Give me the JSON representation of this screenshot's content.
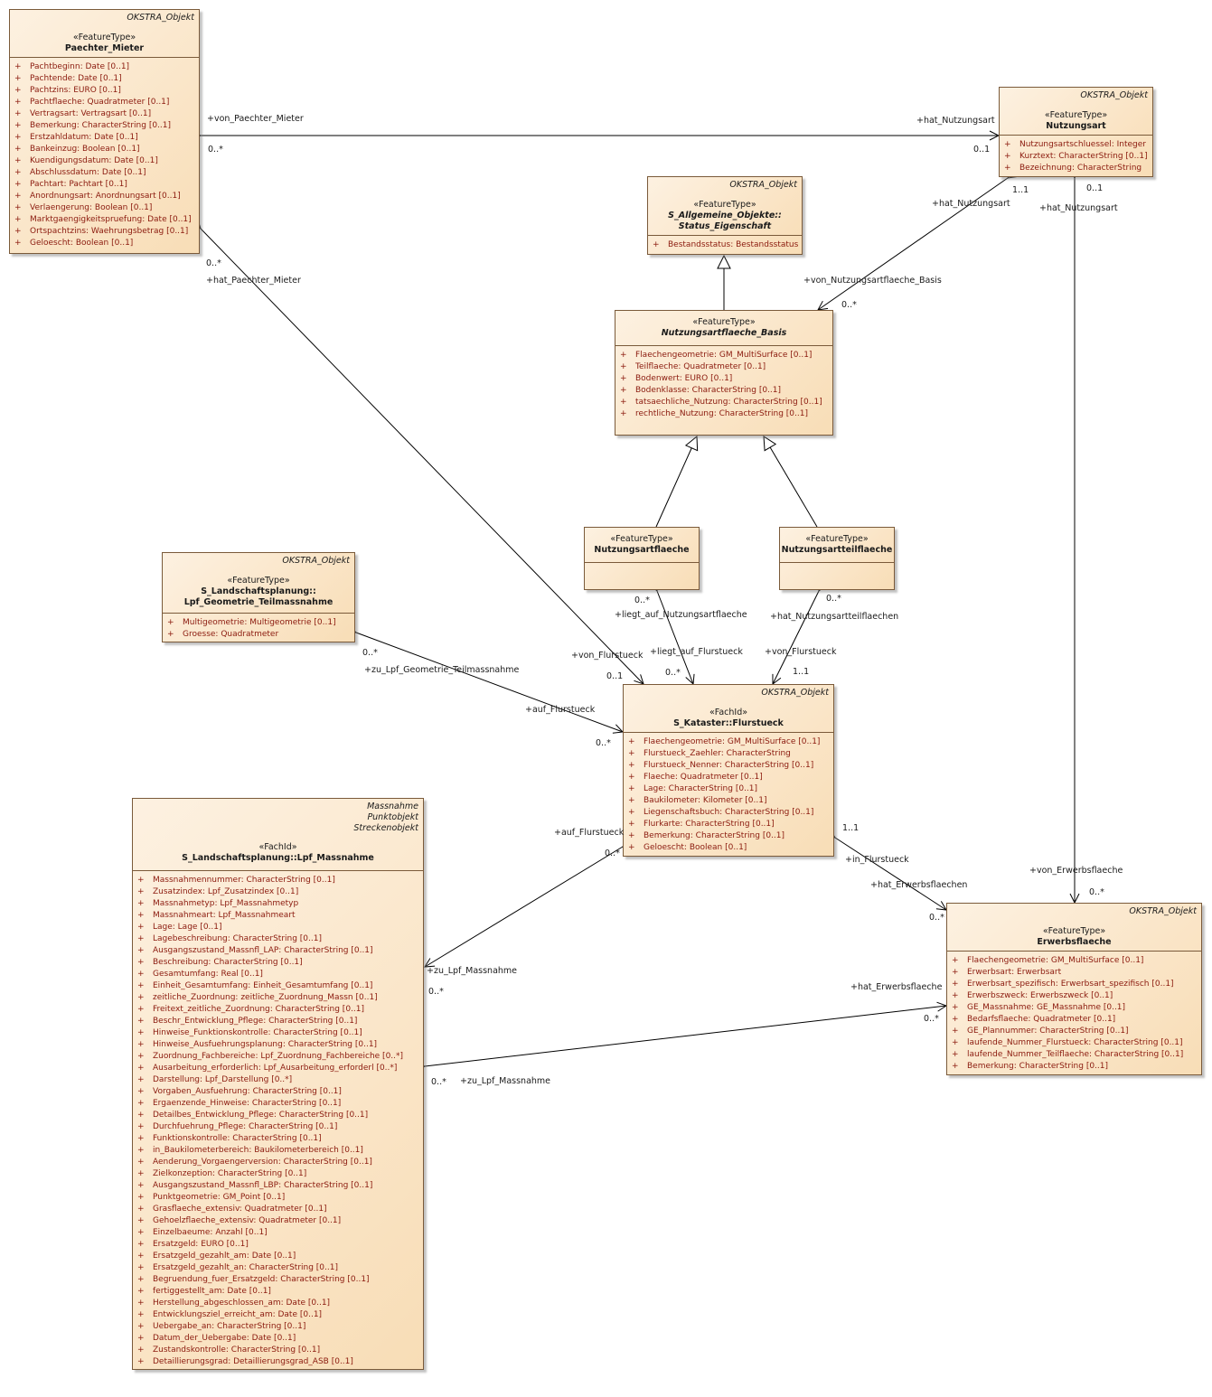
{
  "classes": {
    "paechter_mieter": {
      "tagged": [
        "OKSTRA_Objekt"
      ],
      "stereotype": "«FeatureType»",
      "name": "Paechter_Mieter",
      "attributes": [
        "Pachtbeginn: Date [0..1]",
        "Pachtende: Date [0..1]",
        "Pachtzins: EURO [0..1]",
        "Pachtflaeche: Quadratmeter [0..1]",
        "Vertragsart: Vertragsart [0..1]",
        "Bemerkung: CharacterString [0..1]",
        "Erstzahldatum: Date [0..1]",
        "Bankeinzug: Boolean [0..1]",
        "Kuendigungsdatum: Date [0..1]",
        "Abschlussdatum: Date [0..1]",
        "Pachtart: Pachtart [0..1]",
        "Anordnungsart: Anordnungsart [0..1]",
        "Verlaengerung: Boolean [0..1]",
        "Marktgaengigkeitspruefung: Date [0..1]",
        "Ortspachtzins: Waehrungsbetrag [0..1]",
        "Geloescht: Boolean [0..1]"
      ]
    },
    "nutzungsart": {
      "tagged": [
        "OKSTRA_Objekt"
      ],
      "stereotype": "«FeatureType»",
      "name": "Nutzungsart",
      "attributes": [
        "Nutzungsartschluessel: Integer",
        "Kurztext: CharacterString [0..1]",
        "Bezeichnung: CharacterString"
      ]
    },
    "status_eigenschaft": {
      "tagged": [
        "OKSTRA_Objekt"
      ],
      "stereotype": "«FeatureType»",
      "name_lines": [
        "S_Allgemeine_Objekte::",
        "Status_Eigenschaft"
      ],
      "attributes": [
        "Bestandsstatus: Bestandsstatus"
      ]
    },
    "nutzungsartflaeche_basis": {
      "tagged": [],
      "stereotype": "«FeatureType»",
      "name": "Nutzungsartflaeche_Basis",
      "attributes": [
        "Flaechengeometrie: GM_MultiSurface [0..1]",
        "Teilflaeche: Quadratmeter [0..1]",
        "Bodenwert: EURO [0..1]",
        "Bodenklasse: CharacterString [0..1]",
        "tatsaechliche_Nutzung: CharacterString [0..1]",
        "rechtliche_Nutzung: CharacterString [0..1]"
      ]
    },
    "nutzungsartflaeche": {
      "stereotype": "«FeatureType»",
      "name": "Nutzungsartflaeche"
    },
    "nutzungsartteilflaeche": {
      "stereotype": "«FeatureType»",
      "name": "Nutzungsartteilflaeche"
    },
    "lpf_geometrie": {
      "tagged": [
        "OKSTRA_Objekt"
      ],
      "stereotype": "«FeatureType»",
      "name_lines": [
        "S_Landschaftsplanung::",
        "Lpf_Geometrie_Teilmassnahme"
      ],
      "attributes": [
        "Multigeometrie: Multigeometrie [0..1]",
        "Groesse: Quadratmeter"
      ]
    },
    "flurstueck": {
      "tagged": [
        "OKSTRA_Objekt"
      ],
      "stereotype": "«FachId»",
      "name": "S_Kataster::Flurstueck",
      "attributes": [
        "Flaechengeometrie: GM_MultiSurface [0..1]",
        "Flurstueck_Zaehler: CharacterString",
        "Flurstueck_Nenner: CharacterString [0..1]",
        "Flaeche: Quadratmeter [0..1]",
        "Lage: CharacterString [0..1]",
        "Baukilometer: Kilometer [0..1]",
        "Liegenschaftsbuch: CharacterString [0..1]",
        "Flurkarte: CharacterString [0..1]",
        "Bemerkung: CharacterString [0..1]",
        "Geloescht: Boolean [0..1]"
      ]
    },
    "lpf_massnahme": {
      "tagged": [
        "Massnahme",
        "Punktobjekt",
        "Streckenobjekt"
      ],
      "stereotype": "«FachId»",
      "name": "S_Landschaftsplanung::Lpf_Massnahme",
      "attributes": [
        "Massnahmennummer: CharacterString [0..1]",
        "Zusatzindex: Lpf_Zusatzindex [0..1]",
        "Massnahmetyp: Lpf_Massnahmetyp",
        "Massnahmeart: Lpf_Massnahmeart",
        "Lage: Lage [0..1]",
        "Lagebeschreibung: CharacterString [0..1]",
        "Ausgangszustand_Massnfl_LAP: CharacterString [0..1]",
        "Beschreibung: CharacterString [0..1]",
        "Gesamtumfang: Real [0..1]",
        "Einheit_Gesamtumfang: Einheit_Gesamtumfang [0..1]",
        "zeitliche_Zuordnung: zeitliche_Zuordnung_Massn [0..1]",
        "Freitext_zeitliche_Zuordnung: CharacterString [0..1]",
        "Beschr_Entwicklung_Pflege: CharacterString [0..1]",
        "Hinweise_Funktionskontrolle: CharacterString [0..1]",
        "Hinweise_Ausfuehrungsplanung: CharacterString [0..1]",
        "Zuordnung_Fachbereiche: Lpf_Zuordnung_Fachbereiche [0..*]",
        "Ausarbeitung_erforderlich: Lpf_Ausarbeitung_erforderl [0..*]",
        "Darstellung: Lpf_Darstellung [0..*]",
        "Vorgaben_Ausfuehrung: CharacterString [0..1]",
        "Ergaenzende_Hinweise: CharacterString [0..1]",
        "Detailbes_Entwicklung_Pflege: CharacterString [0..1]",
        "Durchfuehrung_Pflege: CharacterString [0..1]",
        "Funktionskontrolle: CharacterString [0..1]",
        "in_Baukilometerbereich: Baukilometerbereich [0..1]",
        "Aenderung_Vorgaengerversion: CharacterString [0..1]",
        "Zielkonzeption: CharacterString [0..1]",
        "Ausgangszustand_Massnfl_LBP: CharacterString [0..1]",
        "Punktgeometrie: GM_Point [0..1]",
        "Grasflaeche_extensiv: Quadratmeter [0..1]",
        "Gehoelzflaeche_extensiv: Quadratmeter [0..1]",
        "Einzelbaeume: Anzahl [0..1]",
        "Ersatzgeld: EURO [0..1]",
        "Ersatzgeld_gezahlt_am: Date [0..1]",
        "Ersatzgeld_gezahlt_an: CharacterString [0..1]",
        "Begruendung_fuer_Ersatzgeld: CharacterString [0..1]",
        "fertiggestellt_am: Date [0..1]",
        "Herstellung_abgeschlossen_am: Date [0..1]",
        "Entwicklungsziel_erreicht_am: Date [0..1]",
        "Uebergabe_an: CharacterString [0..1]",
        "Datum_der_Uebergabe: Date [0..1]",
        "Zustandskontrolle: CharacterString [0..1]",
        "Detaillierungsgrad: Detaillierungsgrad_ASB [0..1]"
      ]
    },
    "erwerbsflaeche": {
      "tagged": [
        "OKSTRA_Objekt"
      ],
      "stereotype": "«FeatureType»",
      "name": "Erwerbsflaeche",
      "attributes": [
        "Flaechengeometrie: GM_MultiSurface [0..1]",
        "Erwerbsart: Erwerbsart",
        "Erwerbsart_spezifisch: Erwerbsart_spezifisch [0..1]",
        "Erwerbszweck: Erwerbszweck [0..1]",
        "GE_Massnahme: GE_Massnahme [0..1]",
        "Bedarfsflaeche: Quadratmeter [0..1]",
        "GE_Plannummer: CharacterString [0..1]",
        "laufende_Nummer_Flurstueck: CharacterString [0..1]",
        "laufende_Nummer_Teilflaeche: CharacterString [0..1]",
        "Bemerkung: CharacterString [0..1]"
      ]
    }
  },
  "visibility_symbol": "+",
  "labels": {
    "von_paechter_mieter": "+von_Paechter_Mieter",
    "m_pm_1": "0..*",
    "hat_nutzungsart_1": "+hat_Nutzungsart",
    "m_na_1": "0..1",
    "m_pm_2": "0..*",
    "hat_paechter_mieter": "+hat_Paechter_Mieter",
    "hat_nutzungsart_2": "+hat_Nutzungsart",
    "m_na_2": "1..1",
    "von_nutzungsartflaeche_basis": "+von_Nutzungsartflaeche_Basis",
    "m_nab": "0..*",
    "m_na_3": "0..1",
    "hat_nutzungsart_3": "+hat_Nutzungsart",
    "m_naf": "0..*",
    "liegt_auf_nutzungsartflaeche": "+liegt_auf_Nutzungsartflaeche",
    "m_natf": "0..*",
    "hat_nutzungsartteilflaechen": "+hat_Nutzungsartteilflaechen",
    "m_lpfg": "0..*",
    "zu_lpf_geometrie": "+zu_Lpf_Geometrie_Teilmassnahme",
    "von_flurstueck_1": "+von_Flurstueck",
    "m_fs_1": "0..1",
    "liegt_auf_flurstueck": "+liegt_auf_Flurstueck",
    "m_fs_2": "0..*",
    "von_flurstueck_2": "+von_Flurstueck",
    "m_fs_3": "1..1",
    "auf_flurstueck_1": "+auf_Flurstueck",
    "m_fs_4": "0..*",
    "auf_flurstueck_2": "+auf_Flurstueck",
    "m_fs_5": "0..*",
    "zu_lpf_massnahme_1": "+zu_Lpf_Massnahme",
    "m_lm_1": "0..*",
    "m_fs_6": "1..1",
    "in_flurstueck": "+in_Flurstueck",
    "hat_erwerbsflaechen": "+hat_Erwerbsflaechen",
    "m_ef_1": "0..*",
    "von_erwerbsflaeche": "+von_Erwerbsflaeche",
    "m_ef_2": "0..*",
    "hat_erwerbsflaeche": "+hat_Erwerbsflaeche",
    "m_ef_3": "0..*",
    "m_lm_2": "0..*",
    "zu_lpf_massnahme_2": "+zu_Lpf_Massnahme"
  }
}
